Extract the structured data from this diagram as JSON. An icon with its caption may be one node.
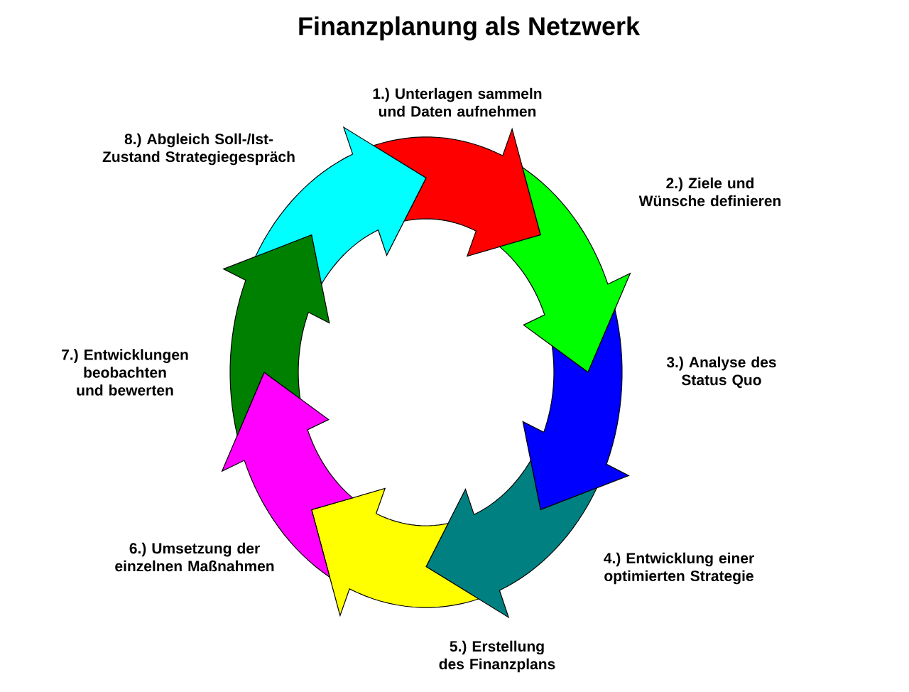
{
  "diagram": {
    "title": "Finanzplanung als Netzwerk",
    "nodes": [
      {
        "text": [
          "1.) Unterlagen sammeln und Daten aufnehmen"
        ]
      },
      {
        "text": [
          "2.) Ziele und Wünsche definieren"
        ]
      },
      {
        "text": [
          "3.) Analyse des Status Quo"
        ]
      },
      {
        "text": [
          "4.) Entwicklung einer optimierten Strategie"
        ]
      },
      {
        "text": [
          "5.) Erstellung des Finanzplans"
        ]
      },
      {
        "text": [
          "6.) Umsetzung der einzelnen Maßnahmen"
        ]
      },
      {
        "text": [
          "7.) Entwicklungen beobachten und bewerten"
        ]
      },
      {
        "text": [
          "8.) Abgleich Soll-/Ist-Zustand Strategiegespräch"
        ]
      }
    ]
  }
}
